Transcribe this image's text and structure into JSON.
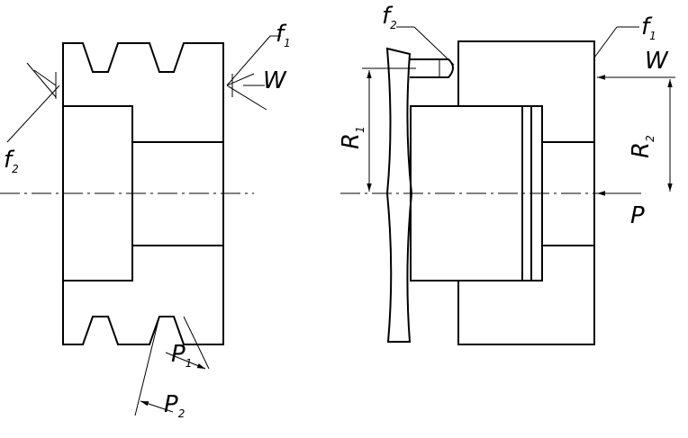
{
  "left_view": {
    "label_f1": {
      "main": "f",
      "sub": "1"
    },
    "label_f2": {
      "main": "f",
      "sub": "2"
    },
    "label_W": "W",
    "label_P1": {
      "main": "P",
      "sub": "1"
    },
    "label_P2": {
      "main": "P",
      "sub": "2"
    }
  },
  "right_view": {
    "label_f1": {
      "main": "f",
      "sub": "1"
    },
    "label_f2": {
      "main": "f",
      "sub": "2"
    },
    "label_W": "W",
    "label_R1": {
      "main": "R",
      "sub": "1"
    },
    "label_R2": {
      "main": "R",
      "sub": "2"
    },
    "label_P": "P"
  }
}
